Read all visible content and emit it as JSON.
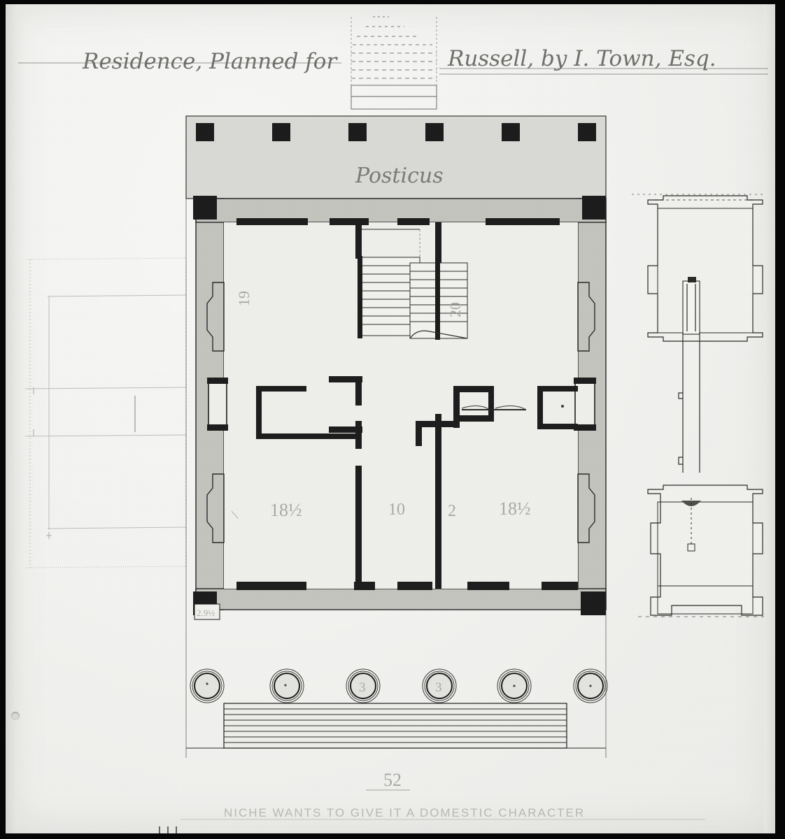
{
  "document": {
    "kind": "architectural-drawing",
    "medium": "graphite and ink on paper",
    "title_line": "Residence, Planned for     Russell, by I. Town, Esq.",
    "title_parts": {
      "left": "Residence, Planned for",
      "right": "Russell, by I. Town, Esq."
    },
    "bottom_note": "NICHE WANTS TO GIVE IT A DOMESTIC CHARACTER"
  },
  "plan": {
    "label_porticus": "Posticus",
    "overall_width_label": "52",
    "corner_note": "2.9½",
    "room_dimensions": {
      "left_room_width": "18½",
      "center_hall_width": "10",
      "partition": "2",
      "right_room_width": "18½",
      "left_room_depth": "19",
      "right_room_depth": "20"
    },
    "columns": [
      {
        "n": 1,
        "label": ""
      },
      {
        "n": 2,
        "label": ""
      },
      {
        "n": 3,
        "label": "3"
      },
      {
        "n": 4,
        "label": "3"
      },
      {
        "n": 5,
        "label": ""
      },
      {
        "n": 6,
        "label": ""
      }
    ]
  },
  "colors": {
    "paper": "#f2f2f0",
    "ink": "#2b2b2b",
    "wash": "#cfcfca",
    "pencil": "#a9a9a5",
    "frame": "#060606"
  }
}
